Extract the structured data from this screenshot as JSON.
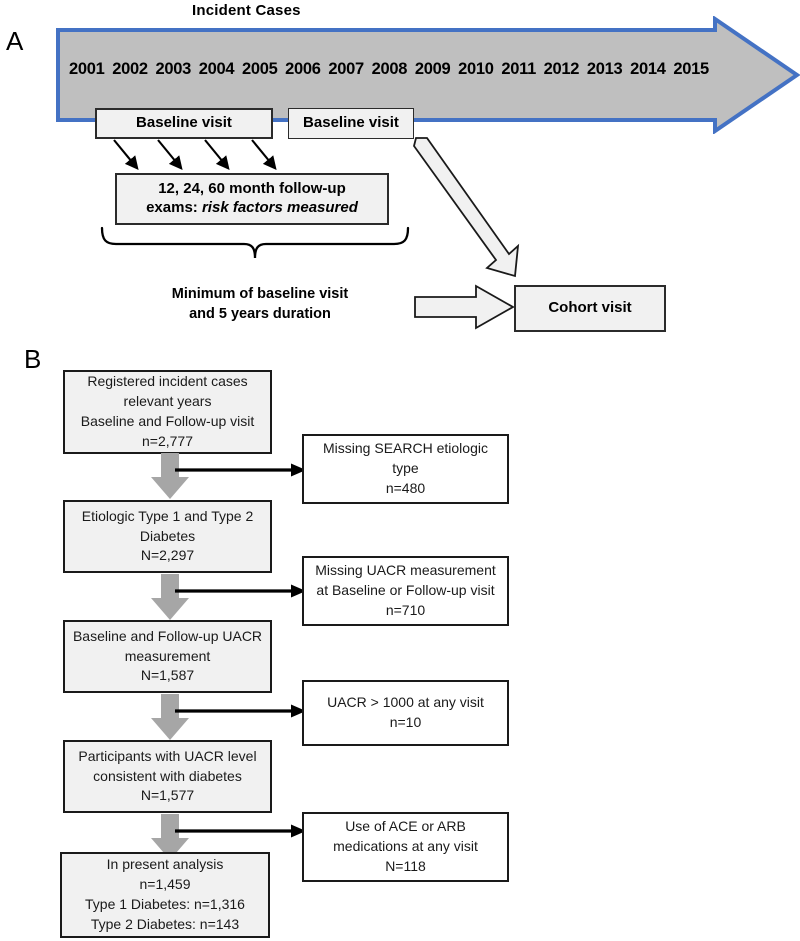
{
  "panelA": {
    "letter": "A",
    "title": "Incident Cases",
    "years": [
      "2001",
      "2002",
      "2003",
      "2004",
      "2005",
      "2006",
      "2007",
      "2008",
      "2009",
      "2010",
      "2011",
      "2012",
      "2013",
      "2014",
      "2015"
    ],
    "baseline_left": "Baseline visit",
    "baseline_right": "Baseline visit",
    "followup_line1": "12, 24, 60 month follow-up",
    "followup_line2_prefix": "exams: ",
    "followup_line2_italic": "risk factors measured",
    "minimum_line1": "Minimum of baseline visit",
    "minimum_line2": "and 5 years duration",
    "cohort_visit": "Cohort visit",
    "colors": {
      "arrow_fill": "#bfbfbf",
      "arrow_border": "#4472c4",
      "box_fill": "#f1f1f1",
      "box_border": "#2b2b2b"
    }
  },
  "panelB": {
    "letter": "B",
    "colors": {
      "box_fill": "#f1f1f1",
      "box_border": "#1a1a1a",
      "down_arrow_fill": "#a6a6a6",
      "side_arrow": "#000000"
    },
    "main_boxes": [
      {
        "name": "registered-incident-cases",
        "lines": [
          "Registered incident cases",
          "relevant years",
          "Baseline and  Follow-up visit",
          "n=2,777"
        ]
      },
      {
        "name": "etiologic-type",
        "lines": [
          "Etiologic Type 1 and Type 2",
          "Diabetes",
          "N=2,297"
        ]
      },
      {
        "name": "baseline-followup-uacr",
        "lines": [
          "Baseline and Follow-up UACR",
          "measurement",
          "N=1,587"
        ]
      },
      {
        "name": "uacr-consistent-diabetes",
        "lines": [
          "Participants with UACR level",
          "consistent with diabetes",
          "N=1,577"
        ]
      },
      {
        "name": "in-present-analysis",
        "lines": [
          "In present analysis",
          "n=1,459",
          "Type 1 Diabetes: n=1,316",
          "Type 2 Diabetes: n=143"
        ]
      }
    ],
    "exclusion_boxes": [
      {
        "name": "missing-search-etiologic-type",
        "lines": [
          "Missing SEARCH etiologic",
          "type",
          "n=480"
        ]
      },
      {
        "name": "missing-uacr-measurement",
        "lines": [
          "Missing UACR measurement",
          "at Baseline or Follow-up visit",
          "n=710"
        ]
      },
      {
        "name": "uacr-over-1000",
        "lines": [
          "UACR > 1000 at any visit",
          "n=10"
        ]
      },
      {
        "name": "ace-arb-medications",
        "lines": [
          "Use of ACE or ARB",
          "medications at any visit",
          "N=118"
        ]
      }
    ]
  }
}
